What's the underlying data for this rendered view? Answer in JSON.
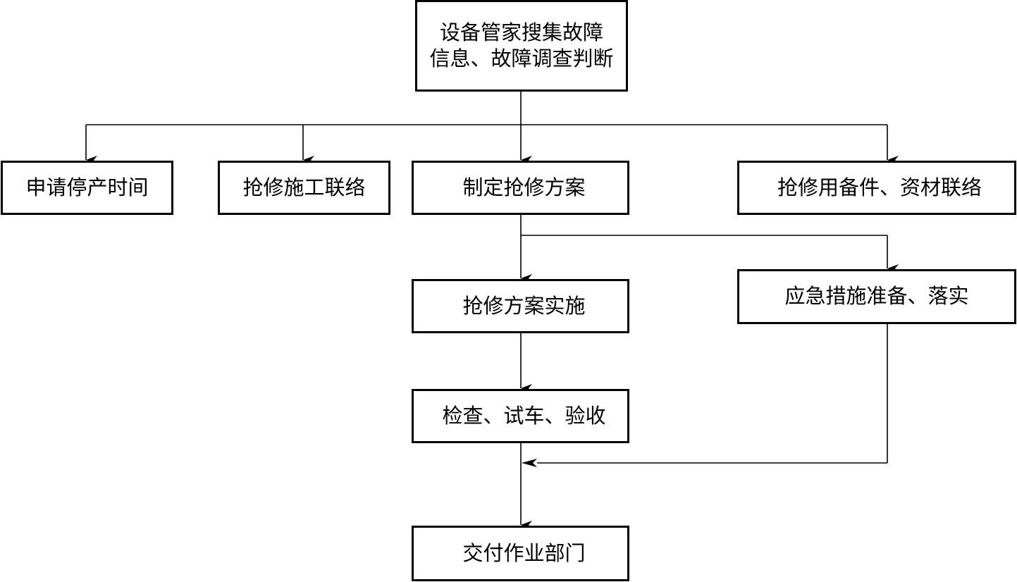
{
  "diagram": {
    "nodes": {
      "start": {
        "line1": "设备管家搜集故障",
        "line2": "信息、故障调查判断"
      },
      "a": {
        "label": "申请停产时间"
      },
      "b": {
        "label": "抢修施工联络"
      },
      "c": {
        "label": "制定抢修方案"
      },
      "d": {
        "label": "抢修用备件、资材联络"
      },
      "e": {
        "label": "抢修方案实施"
      },
      "f": {
        "label": "应急措施准备、落实"
      },
      "g": {
        "label": "检查、试车、验收"
      },
      "h": {
        "label": "交付作业部门"
      }
    },
    "edges": [
      {
        "from": "start",
        "to": "a"
      },
      {
        "from": "start",
        "to": "b"
      },
      {
        "from": "start",
        "to": "c"
      },
      {
        "from": "start",
        "to": "d"
      },
      {
        "from": "c",
        "to": "e"
      },
      {
        "from": "c",
        "to": "f"
      },
      {
        "from": "e",
        "to": "g"
      },
      {
        "from": "g",
        "to": "h"
      },
      {
        "from": "f",
        "to": "h"
      }
    ],
    "colors": {
      "line": "#000000",
      "box_border": "#000000",
      "background": "#ffffff"
    }
  }
}
